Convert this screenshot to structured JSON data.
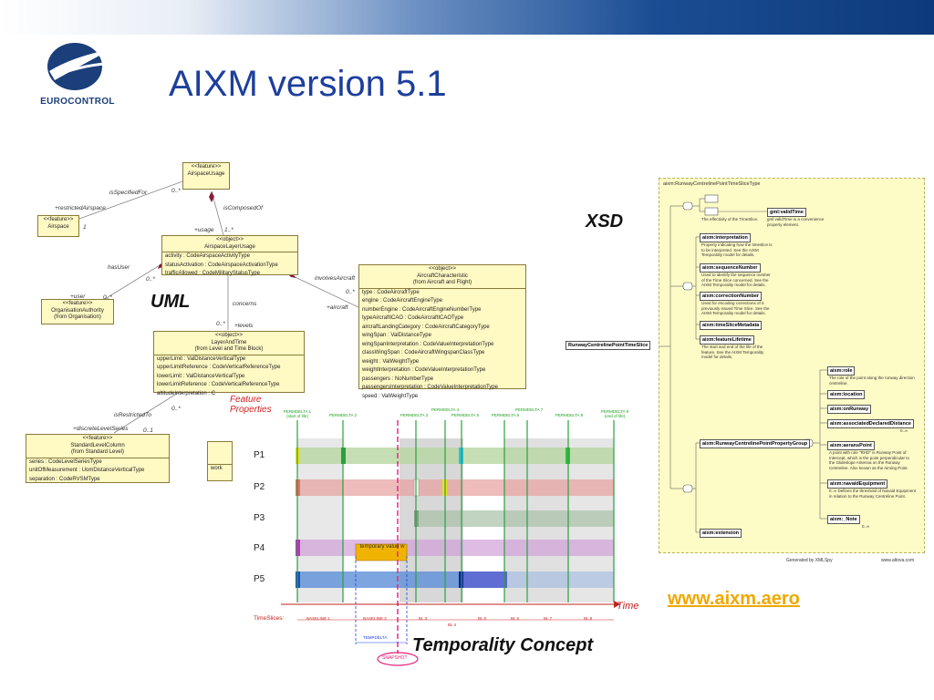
{
  "header": {
    "title": "AIXM version 5.1"
  },
  "logo": {
    "name": "EUROCONTROL"
  },
  "labels": {
    "uml": "UML",
    "xsd": "XSD",
    "temporality": "Temporality Concept"
  },
  "link": {
    "url_text": "www.aixm.aero"
  },
  "uml": {
    "airspace_usage": {
      "stereo": "<<feature>>",
      "name": "AirspaceUsage"
    },
    "airspace": {
      "stereo": "<<feature>>",
      "name": "Airspace"
    },
    "airspace_layer_usage": {
      "stereo": "<<object>>",
      "name": "AirspaceLayerUsage",
      "attrs": [
        "activity : CodeAirspaceActivityType",
        "statusActivation : CodeAirspaceActivationType",
        "trafficAllowed : CodeMilitaryStatusType"
      ]
    },
    "org_authority": {
      "stereo": "<<feature>>",
      "name": "OrganisationAuthority",
      "from": "(from Organisation)"
    },
    "layer_and_time": {
      "stereo": "<<object>>",
      "name": "LayerAndTime",
      "from": "(from Level and Time Block)",
      "attrs": [
        "upperLimit : ValDistanceVerticalType",
        "upperLimitReference : CodeVerticalReferenceType",
        "lowerLimit : ValDistanceVerticalType",
        "lowerLimitReference : CodeVerticalReferenceType",
        "altitudeInterpretation : C"
      ]
    },
    "aircraft_char": {
      "stereo": "<<object>>",
      "name": "AircraftCharacteristic",
      "from": "(from Aircraft and Flight)",
      "attrs": [
        "type : CodeAircraftType",
        "engine : CodeAircraftEngineType",
        "numberEngine : CodeAircraftEngineNumberType",
        "typeAircraftICAO : CodeAircraftICAOType",
        "aircraftLandingCategory : CodeAircraftCategoryType",
        "wingSpan : ValDistanceType",
        "wingSpanInterpretation : CodeValueInterpretationType",
        "classWingSpan : CodeAircraftWingspanClassType",
        "weight : ValWeightType",
        "weightInterpretation : CodeValueInterpretationType",
        "passengers : NoNumberType",
        "passengersInterpretation : CodeValueInterpretationType",
        "speed : ValWeightType"
      ]
    },
    "std_level_column": {
      "stereo": "<<feature>>",
      "name": "StandardLevelColumn",
      "from": "(from Standard Level)",
      "attrs": [
        "series : CodeLevelSeriesType",
        "unitOfMeasurement : UomDistanceVerticalType",
        "separation : CodeRVSMType"
      ]
    },
    "partial": {
      "attr": "work"
    },
    "edges": {
      "is_specified_for": "isSpecifiedFor",
      "restricted_airspace": "+restrictedAirspace",
      "zero_star_a": "0..*",
      "one_a": "1",
      "is_composed_of": "isComposedOf",
      "usage": "+usage",
      "one_star": "1..*",
      "has_user": "hasUser",
      "user": "+user",
      "zero_star_b": "0..*",
      "zero_star_c": "0..*",
      "involves_aircraft": "involvesAircraft",
      "aircraft": "+aircraft",
      "zero_star_d": "0..*",
      "concerns": "concerns",
      "zero_star_e": "0..*",
      "levels": "+levels",
      "is_restricted_to": "isRestrictedTo",
      "zero_star_f": "0..*",
      "discrete_level": "+discreteLevelSeries",
      "zero_one": "0..1"
    }
  },
  "xsd": {
    "header": "aixm:RunwayCentrelinePointTimeSliceType",
    "root": "RunwayCentrelinePointTimeSlice",
    "valid_time": "gml:validTime",
    "valid_time_desc": "The effectivity of the TimeSlice.",
    "valid_time_desc2": "gml:validTime is a convenience property element.",
    "nodes": [
      {
        "name": "aixm:interpretation",
        "desc": "Property indicating how the timeslice is to be interpreted. See the AIXM Temporality model for details."
      },
      {
        "name": "aixm:sequenceNumber",
        "desc": "Used to identify the sequence number of the Time Slice concerned. See the AIXM Temporality model for details."
      },
      {
        "name": "aixm:correctionNumber",
        "desc": "Used for encoding corrections of a previously issued Time Slice. See the AIXM Temporality model for details."
      },
      {
        "name": "aixm:timeSliceMetadata",
        "desc": ""
      },
      {
        "name": "aixm:featureLifetime",
        "desc": "The start and end of the life of the feature. See the AIXM Temporality model for details."
      }
    ],
    "group": "aixm:RunwayCentrelinePointPropertyGroup",
    "group_items": [
      {
        "name": "aixm:role",
        "desc": "The role of the point along the runway direction centreline."
      },
      {
        "name": "aixm:location",
        "desc": ""
      },
      {
        "name": "aixm:onRunway",
        "desc": ""
      },
      {
        "name": "aixm:associatedDeclaredDistance",
        "desc": "0..∞"
      },
      {
        "name": "aixm:aeransPoint",
        "desc": "A point with role \"RHD\" is Runway Point of Intercept, which is the point perpendicular to the Glideslope Antenna on the Runway Centreline. Also known as the Aiming Point."
      },
      {
        "name": "aixm:navaidEquipment",
        "desc": "0..∞ Defines the threshold of Navaid Equipment in relation to the Runway Centreline Point."
      },
      {
        "name": "aixm:_Note",
        "desc": "0..∞"
      }
    ],
    "extension": "aixm:extension",
    "footer_left": "Generated by XMLSpy",
    "footer_right": "www.altova.com"
  },
  "temporality": {
    "header": "Feature Properties",
    "rows": [
      "P1",
      "P2",
      "P3",
      "P4",
      "P5"
    ],
    "time_label": "Time",
    "timeslices_label": "TimeSlices:",
    "permdeltas": [
      {
        "label": "PERMDELTA 1",
        "sub": "(start of life)"
      },
      {
        "label": "PERMDELTA 2",
        "sub": ""
      },
      {
        "label": "PERMDELTA 3",
        "sub": ""
      },
      {
        "label": "PERMDELTA 4",
        "sub": ""
      },
      {
        "label": "PERMDELTA 5",
        "sub": ""
      },
      {
        "label": "PERMDELTA 6",
        "sub": ""
      },
      {
        "label": "PERMDELTA 7",
        "sub": ""
      },
      {
        "label": "PERMDELTA 8",
        "sub": ""
      },
      {
        "label": "PERMDELTA 9",
        "sub": "(end of life)"
      }
    ],
    "baselines": [
      "BASELINE 1",
      "BASELINE 2",
      "BL 3",
      "BL 4",
      "BL 5",
      "BL 6",
      "BL 7",
      "BL 8"
    ],
    "tempdelta": "TEMPDELTA",
    "temporary": "temporary value w",
    "snapshot": "SNAPSHOT"
  }
}
